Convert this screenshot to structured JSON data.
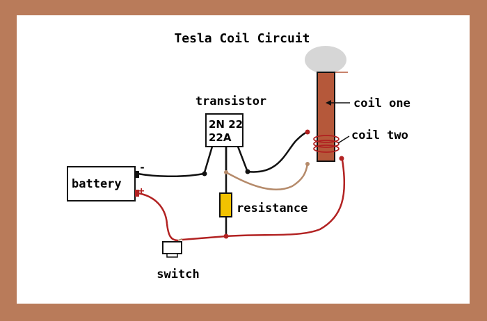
{
  "diagram": {
    "title": "Tesla Coil Circuit",
    "labels": {
      "transistor": "transistor",
      "chip_line1": "2N 22",
      "chip_line2": "22A",
      "battery": "battery",
      "battery_minus": "-",
      "battery_plus": "+",
      "resistance": "resistance",
      "coil_one": "coil one",
      "coil_two": "coil two",
      "switch": "switch"
    },
    "colors": {
      "frame": "#b97b5a",
      "canvas": "#ffffff",
      "wire_black": "#111111",
      "wire_red": "#b22222",
      "wire_tan": "#b58a6a",
      "coil_body": "#b5583a",
      "coil_winding": "#b02020",
      "resistor": "#f2c200",
      "top_load": "#d6d6d6"
    }
  }
}
